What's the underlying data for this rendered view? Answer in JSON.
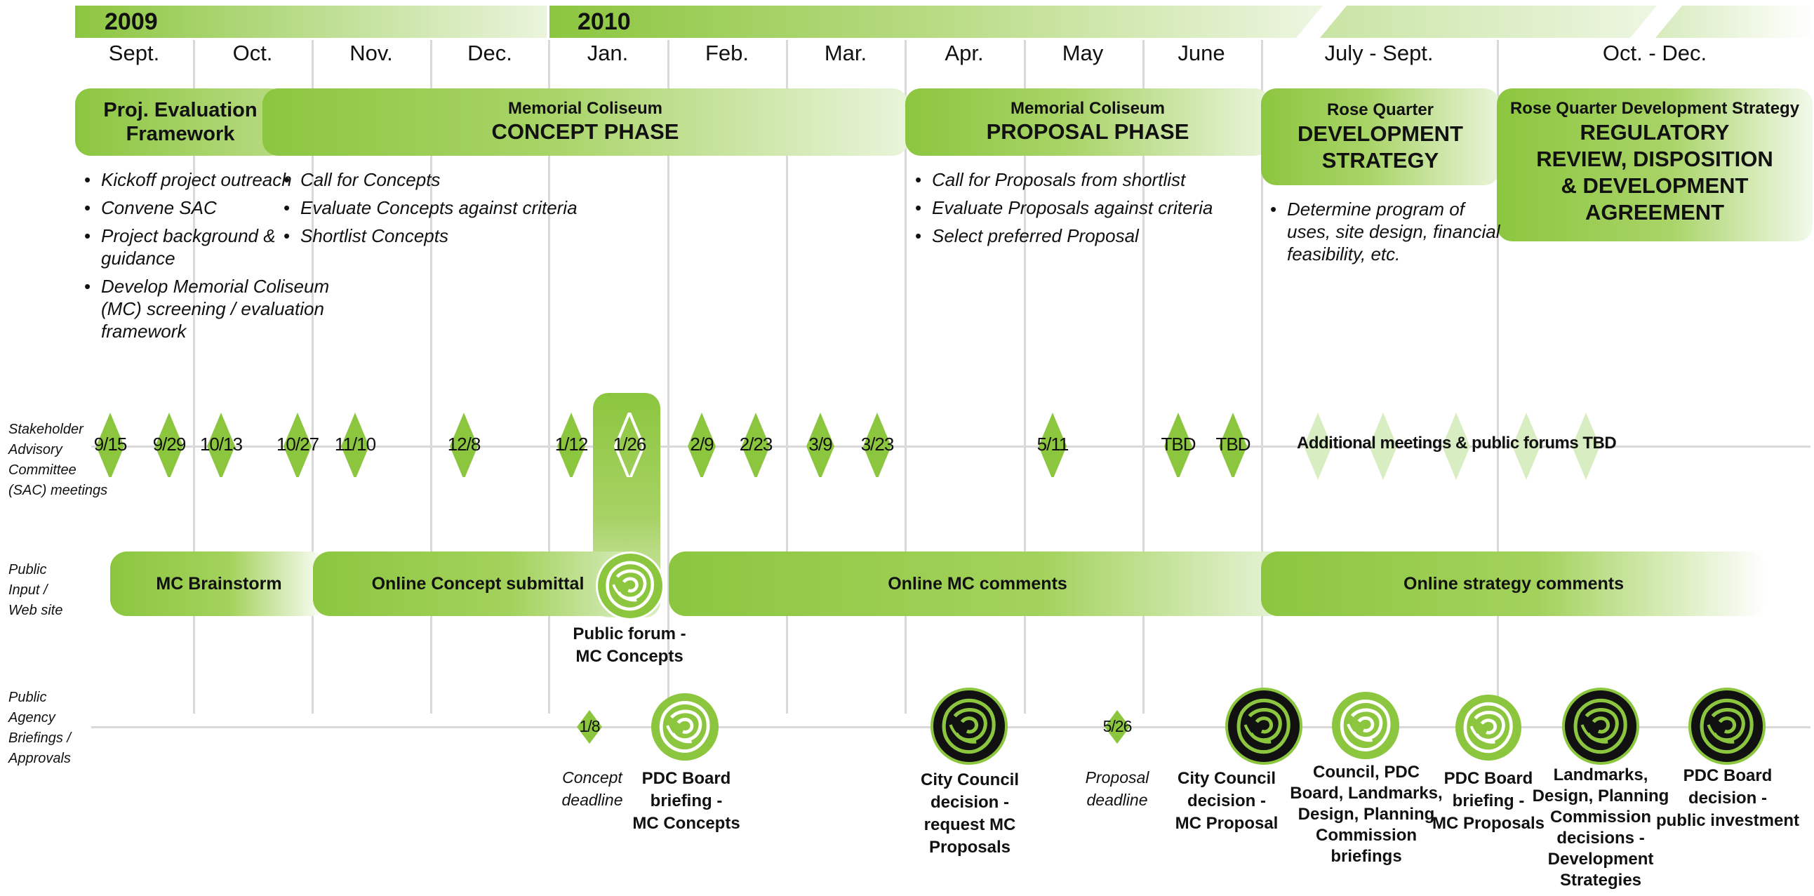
{
  "years": [
    "2009",
    "2010"
  ],
  "months": [
    "Sept.",
    "Oct.",
    "Nov.",
    "Dec.",
    "Jan.",
    "Feb.",
    "Mar.",
    "Apr.",
    "May",
    "June",
    "July - Sept.",
    "Oct. - Dec."
  ],
  "phases": {
    "eval": {
      "line1": "Proj. Evaluation",
      "line2": "Framework"
    },
    "concept": {
      "small": "Memorial Coliseum",
      "big": "CONCEPT PHASE"
    },
    "proposal": {
      "small": "Memorial Coliseum",
      "big": "PROPOSAL PHASE"
    },
    "devstrat": {
      "small": "Rose Quarter",
      "big1": "DEVELOPMENT",
      "big2": "STRATEGY"
    },
    "regulatory": {
      "small": "Rose Quarter Development Strategy",
      "big1": "REGULATORY",
      "big2": "REVIEW, DISPOSITION",
      "big3": "& DEVELOPMENT",
      "big4": "AGREEMENT"
    }
  },
  "bullets": {
    "eval": [
      "Kickoff project outreach",
      "Convene SAC",
      "Project background & guidance",
      "Develop Memorial Coliseum (MC)  screening / evaluation framework"
    ],
    "concept": [
      "Call for Concepts",
      "Evaluate Concepts against criteria",
      "Shortlist Concepts"
    ],
    "proposal": [
      "Call for Proposals from shortlist",
      "Evaluate Proposals against criteria",
      "Select preferred Proposal"
    ],
    "devstrat": [
      "Determine program of uses, site design, financial feasibility, etc."
    ]
  },
  "row_labels": {
    "sac": [
      "Stakeholder",
      "Advisory",
      "Committee",
      "(SAC) meetings"
    ],
    "public": [
      "Public",
      "Input /",
      "Web site"
    ],
    "agency": [
      "Public",
      "Agency",
      "Briefings /",
      "Approvals"
    ]
  },
  "sac_meetings": [
    "9/15",
    "9/29",
    "10/13",
    "10/27",
    "11/10",
    "12/8",
    "1/12",
    "1/26",
    "2/9",
    "2/23",
    "3/9",
    "3/23",
    "5/11",
    "TBD",
    "TBD"
  ],
  "sac_tbd_text": "Additional meetings & public forums TBD",
  "public_input": {
    "brainstorm": "MC Brainstorm",
    "concept_submittal": "Online Concept submittal",
    "mc_comments": "Online MC comments",
    "strategy_comments": "Online strategy comments",
    "forum_line1": "Public forum -",
    "forum_line2": "MC Concepts"
  },
  "agency": {
    "d1_date": "1/8",
    "d1_caption": [
      "Concept",
      "deadline"
    ],
    "d2_date": "5/26",
    "d2_caption": [
      "Proposal",
      "deadline"
    ],
    "e1": [
      "PDC Board",
      "briefing -",
      "MC Concepts"
    ],
    "e2": [
      "City Council",
      "decision -",
      "request MC",
      "Proposals"
    ],
    "e3": [
      "City Council",
      "decision -",
      "MC Proposal"
    ],
    "e4": [
      "Council, PDC",
      "Board, Landmarks,",
      "Design, Planning",
      "Commission",
      "briefings"
    ],
    "e5": [
      "PDC Board",
      "briefing -",
      "MC Proposals"
    ],
    "e6": [
      "Landmarks,",
      "Design, Planning",
      "Commission",
      "decisions -",
      "Development",
      "Strategies"
    ],
    "e7": [
      "PDC Board",
      "decision -",
      "public investment"
    ]
  },
  "colors": {
    "green": "#8cc63f",
    "light_green": "#d9edc2",
    "grid": "#d9d9d9",
    "black": "#111111"
  }
}
